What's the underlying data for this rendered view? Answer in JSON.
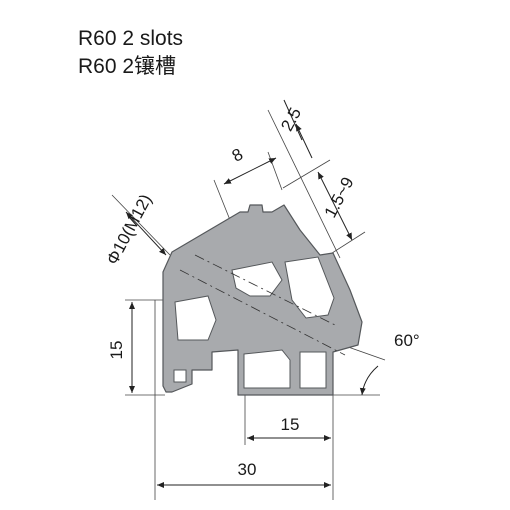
{
  "header": {
    "line1": "R60 2 slots",
    "line2": "R60 2镶槽"
  },
  "dimensions": {
    "top_offset": "2.5",
    "slot_width": "8",
    "slot_depth": "1.5~9",
    "bore": "Φ10(M12)",
    "height": "15",
    "angle": "60°",
    "half_width": "15",
    "total_width": "30"
  },
  "colors": {
    "profile_fill": "#a8aaad",
    "profile_stroke": "#55585b"
  }
}
